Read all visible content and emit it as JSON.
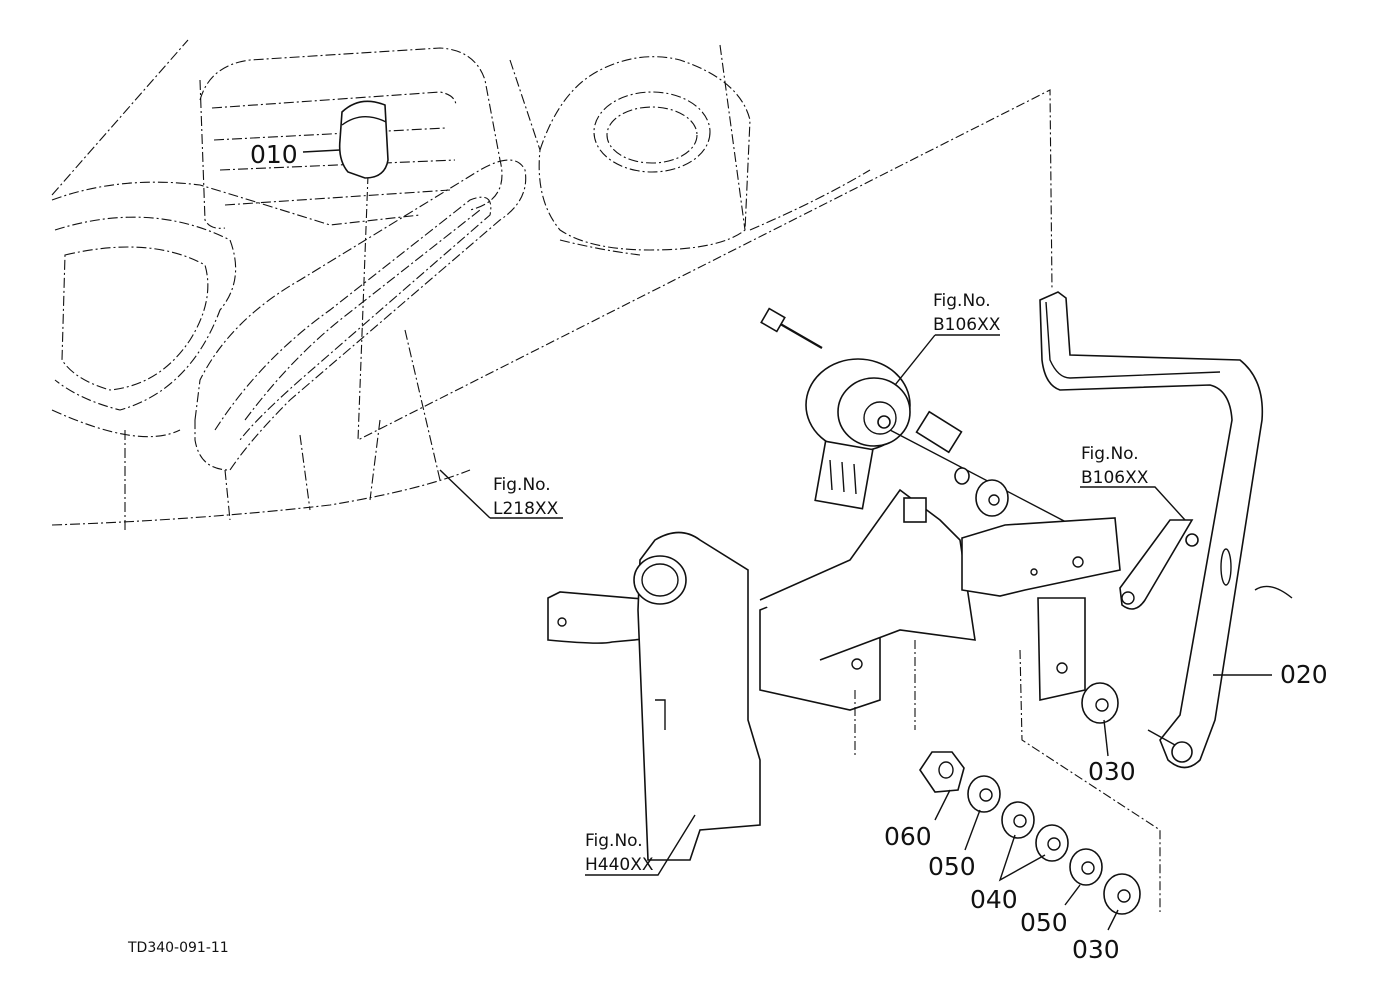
{
  "drawing_code": "TD340-091-11",
  "part_labels": [
    {
      "id": "010",
      "text": "010"
    },
    {
      "id": "020",
      "text": "020"
    },
    {
      "id": "030a",
      "text": "030"
    },
    {
      "id": "030b",
      "text": "030"
    },
    {
      "id": "040",
      "text": "040"
    },
    {
      "id": "050a",
      "text": "050"
    },
    {
      "id": "050b",
      "text": "050"
    },
    {
      "id": "060",
      "text": "060"
    }
  ],
  "figure_refs": [
    {
      "prefix": "Fig.No.",
      "code": "B106XX"
    },
    {
      "prefix": "Fig.No.",
      "code": "B106XX"
    },
    {
      "prefix": "Fig.No.",
      "code": "L218XX"
    },
    {
      "prefix": "Fig.No.",
      "code": "H440XX"
    }
  ]
}
